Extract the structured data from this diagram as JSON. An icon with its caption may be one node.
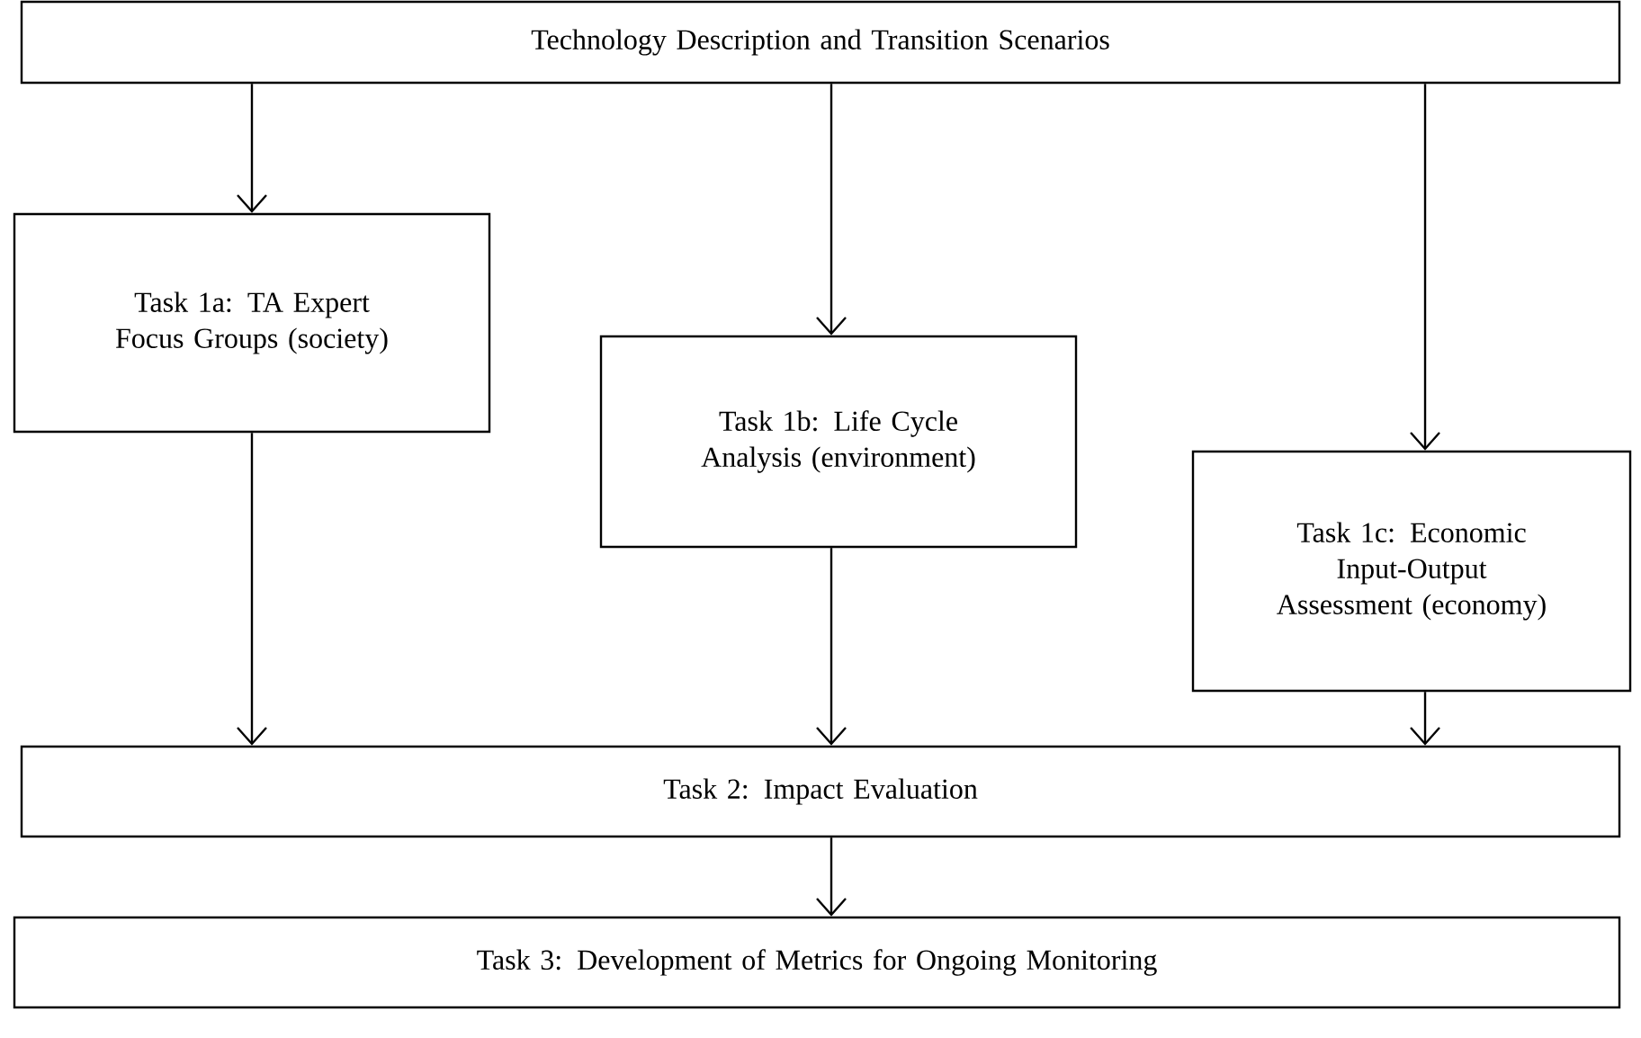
{
  "diagram": {
    "nodes": [
      {
        "text": [
          "Technology Description and Transition Scenarios"
        ]
      },
      {
        "text": [
          "Task 1a: TA Expert Focus Groups (society)"
        ]
      },
      {
        "text": [
          "Task 1b: Life Cycle Analysis (environment)"
        ]
      },
      {
        "text": [
          "Task 1c: Economic Input-Output Assessment (economy)"
        ]
      },
      {
        "text": [
          "Task 2: Impact Evaluation"
        ]
      },
      {
        "text": [
          "Task 3: Development of Metrics for Ongoing Monitoring"
        ]
      }
    ],
    "edges": [
      {
        "from": 0,
        "to": 1,
        "arrow": "to"
      },
      {
        "from": 0,
        "to": 2,
        "arrow": "to"
      },
      {
        "from": 0,
        "to": 3,
        "arrow": "to"
      },
      {
        "from": 1,
        "to": 4,
        "arrow": "to"
      },
      {
        "from": 2,
        "to": 4,
        "arrow": "to"
      },
      {
        "from": 3,
        "to": 4,
        "arrow": "to"
      },
      {
        "from": 4,
        "to": 5,
        "arrow": "to"
      }
    ]
  }
}
